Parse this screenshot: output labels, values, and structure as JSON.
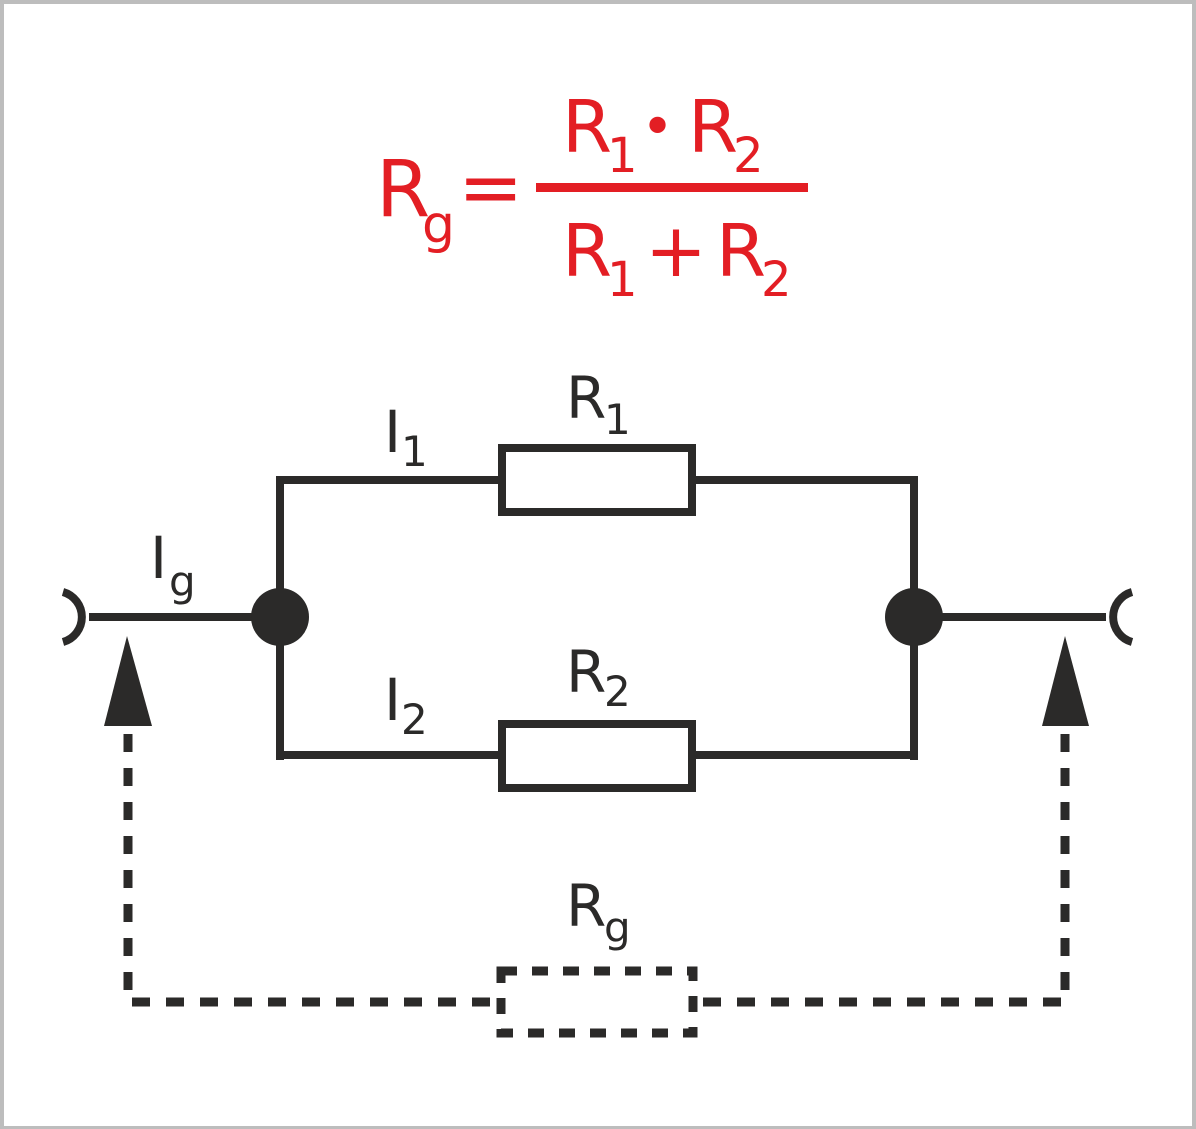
{
  "colors": {
    "formula": "#e31e24",
    "circuit": "#2b2a29",
    "background": "#ffffff",
    "frame": "#bdbdbd"
  },
  "formula": {
    "lhs_symbol": "R",
    "lhs_subscript": "g",
    "equals": "=",
    "numerator": {
      "a": "R",
      "a_sub": "1",
      "op": "•",
      "b": "R",
      "b_sub": "2"
    },
    "denominator": {
      "a": "R",
      "a_sub": "1",
      "op": "+",
      "b": "R",
      "b_sub": "2"
    }
  },
  "circuit": {
    "labels": {
      "total_current": {
        "symbol": "I",
        "subscript": "g"
      },
      "branch1_current": {
        "symbol": "I",
        "subscript": "1"
      },
      "branch2_current": {
        "symbol": "I",
        "subscript": "2"
      },
      "resistor1": {
        "symbol": "R",
        "subscript": "1"
      },
      "resistor2": {
        "symbol": "R",
        "subscript": "2"
      },
      "equivalent_resistor": {
        "symbol": "R",
        "subscript": "g"
      }
    },
    "components": [
      {
        "id": "R1",
        "type": "resistor",
        "branch": "top"
      },
      {
        "id": "R2",
        "type": "resistor",
        "branch": "bottom"
      },
      {
        "id": "Rg",
        "type": "equivalent-resistor",
        "style": "dashed"
      }
    ],
    "connection": "parallel"
  }
}
